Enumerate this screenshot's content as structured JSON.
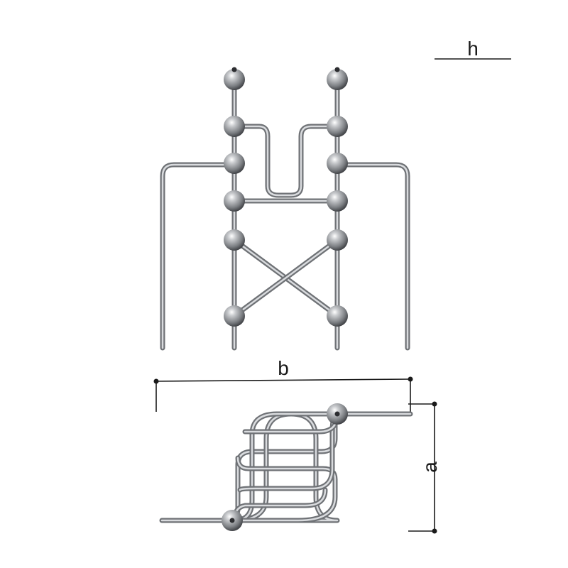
{
  "dimensions": {
    "h": "h",
    "b": "b",
    "a": "a"
  },
  "colors": {
    "rod_dark": "#6f7276",
    "rod_light": "#d9dbde",
    "ball_highlight": "#ffffff",
    "ball_base": "#8a8d91",
    "ball_shadow": "#3e4044",
    "dimension_line": "#1a1a1a"
  }
}
